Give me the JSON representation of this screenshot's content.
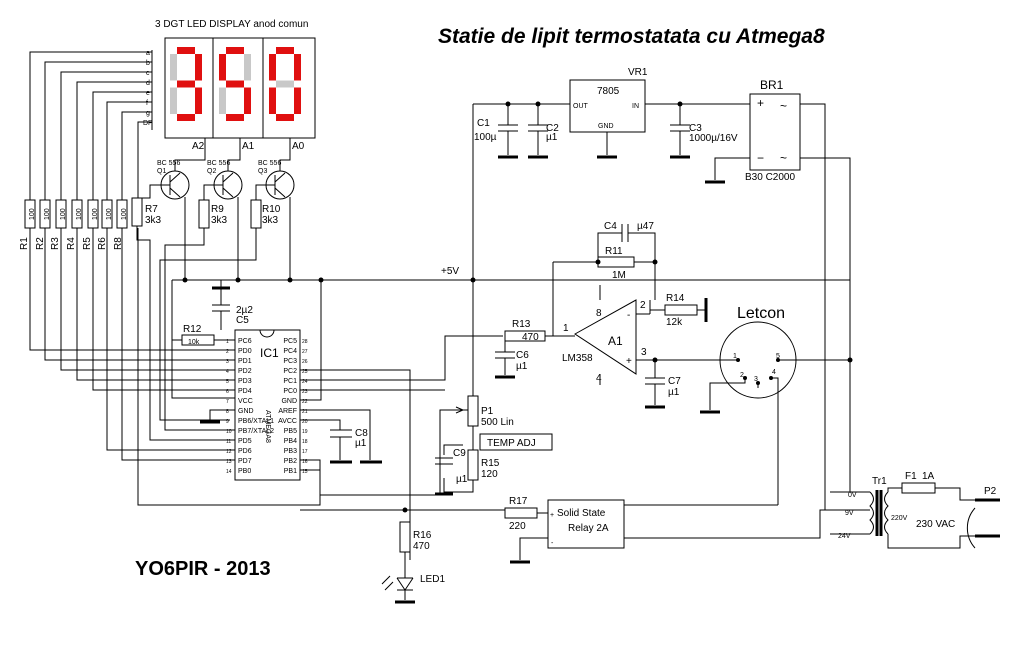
{
  "title": "Statie de lipit termostatata cu Atmega8",
  "author": "YO6PIR - 2013",
  "display": {
    "label": "3 DGT LED DISPLAY anod comun",
    "digits": [
      "3",
      "5",
      "0"
    ],
    "segment_pins": [
      "a",
      "b",
      "c",
      "d",
      "e",
      "f",
      "g",
      "DP"
    ],
    "anodes": [
      "A2",
      "A1",
      "A0"
    ]
  },
  "transistors": [
    {
      "type": "BC 556",
      "ref": "Q1"
    },
    {
      "type": "BC 556",
      "ref": "Q2"
    },
    {
      "type": "BC 556",
      "ref": "Q3"
    }
  ],
  "segment_resistors": [
    {
      "ref": "R1",
      "value": "100"
    },
    {
      "ref": "R2",
      "value": "100"
    },
    {
      "ref": "R3",
      "value": "100"
    },
    {
      "ref": "R4",
      "value": "100"
    },
    {
      "ref": "R5",
      "value": "100"
    },
    {
      "ref": "R6",
      "value": "100"
    },
    {
      "ref": "R8",
      "value": "100"
    }
  ],
  "base_resistors": [
    {
      "ref": "R7",
      "value": "3k3"
    },
    {
      "ref": "R9",
      "value": "3k3"
    },
    {
      "ref": "R10",
      "value": "3k3"
    }
  ],
  "mcu": {
    "ref": "IC1",
    "name": "ATMEGA8",
    "left_pins": [
      "PC6",
      "PD0",
      "PD1",
      "PD2",
      "PD3",
      "PD4",
      "VCC",
      "GND",
      "PB6/XTAL1",
      "PB7/XTAL2",
      "PD5",
      "PD6",
      "PD7",
      "PB0"
    ],
    "right_pins": [
      "PC5",
      "PC4",
      "PC3",
      "PC2",
      "PC1",
      "PC0",
      "GND",
      "AREF",
      "AVCC",
      "PB5",
      "PB4",
      "PB3",
      "PB2",
      "PB1"
    ],
    "left_nums": [
      "1",
      "2",
      "3",
      "4",
      "5",
      "6",
      "7",
      "8",
      "9",
      "10",
      "11",
      "12",
      "13",
      "14"
    ],
    "right_nums": [
      "28",
      "27",
      "26",
      "25",
      "24",
      "23",
      "22",
      "21",
      "20",
      "19",
      "18",
      "17",
      "16",
      "15"
    ]
  },
  "components": {
    "r12": {
      "ref": "R12",
      "value": "10k"
    },
    "c5": {
      "ref": "C5",
      "value": "2µ2"
    },
    "c8": {
      "ref": "C8",
      "value": "µ1"
    },
    "r13": {
      "ref": "R13",
      "value": "470"
    },
    "c6": {
      "ref": "C6",
      "value": "µ1"
    },
    "c4": {
      "ref": "C4",
      "value": "µ47"
    },
    "r11": {
      "ref": "R11",
      "value": "1M"
    },
    "r14": {
      "ref": "R14",
      "value": "12k"
    },
    "c7": {
      "ref": "C7",
      "value": "µ1"
    },
    "p1": {
      "ref": "P1",
      "value": "500 Lin"
    },
    "temp_adj": "TEMP ADJ",
    "c9": {
      "ref": "C9",
      "value": "µ1"
    },
    "r15": {
      "ref": "R15",
      "value": "120"
    },
    "r17": {
      "ref": "R17",
      "value": "220"
    },
    "r16": {
      "ref": "R16",
      "value": "470"
    },
    "led1": "LED1",
    "c1": {
      "ref": "C1",
      "value": "100µ"
    },
    "c2": {
      "ref": "C2",
      "value": "µ1"
    },
    "c3": {
      "ref": "C3",
      "value": "1000µ/16V"
    },
    "vr1": {
      "ref": "VR1",
      "name": "7805",
      "pin_out": "OUT",
      "pin_in": "IN",
      "pin_gnd": "GND"
    },
    "br1": {
      "ref": "BR1",
      "name": "B30 C2000"
    },
    "supply": "+5V"
  },
  "opamp": {
    "ref": "A1",
    "name": "LM358",
    "pins": {
      "p8": "8",
      "p2": "2",
      "p1": "1",
      "p3": "3",
      "p4": "4",
      "minus": "-",
      "plus": "+"
    }
  },
  "connector": {
    "name": "Letcon",
    "pins": [
      "1",
      "2",
      "3",
      "4",
      "5"
    ]
  },
  "relay": {
    "line1": "Solid State",
    "line2": "Relay 2A",
    "plus": "+",
    "minus": "-"
  },
  "transformer": {
    "ref": "Tr1",
    "taps": [
      "0V",
      "9V",
      "24V"
    ],
    "primary": "220V"
  },
  "fuse": {
    "ref": "F1",
    "value": "1A"
  },
  "mains": {
    "ref": "P2",
    "value": "230 VAC"
  }
}
